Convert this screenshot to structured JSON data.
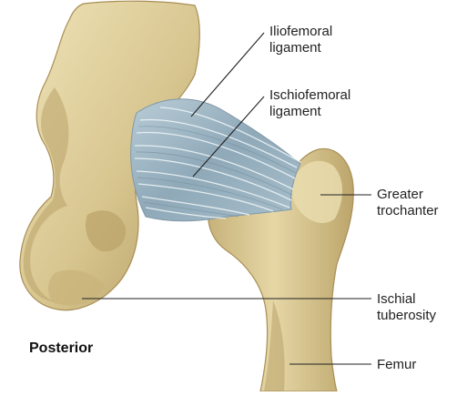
{
  "labels": {
    "iliofemoral": "Iliofemoral\nligament",
    "ischiofemoral": "Ischiofemoral\nligament",
    "greater_trochanter": "Greater\ntrochanter",
    "ischial_tuberosity": "Ischial\ntuberosity",
    "femur": "Femur",
    "view": "Posterior"
  },
  "colors": {
    "bone": "#d8c690",
    "bone_shadow": "#b49e64",
    "bone_highlight": "#eee2b6",
    "ligament": "#9fb8c6",
    "ligament_fiber": "#e9f1f4",
    "leader_line": "#222222"
  }
}
